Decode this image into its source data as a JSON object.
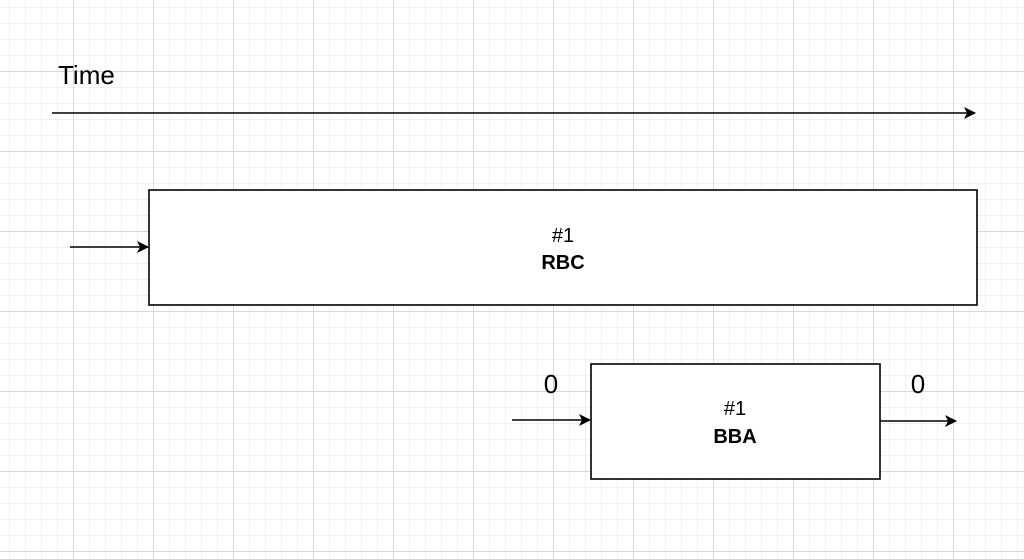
{
  "axis": {
    "label": "Time"
  },
  "blocks": [
    {
      "number": "#1",
      "name": "RBC"
    },
    {
      "number": "#1",
      "name": "BBA",
      "input": "0",
      "output": "0"
    }
  ]
}
